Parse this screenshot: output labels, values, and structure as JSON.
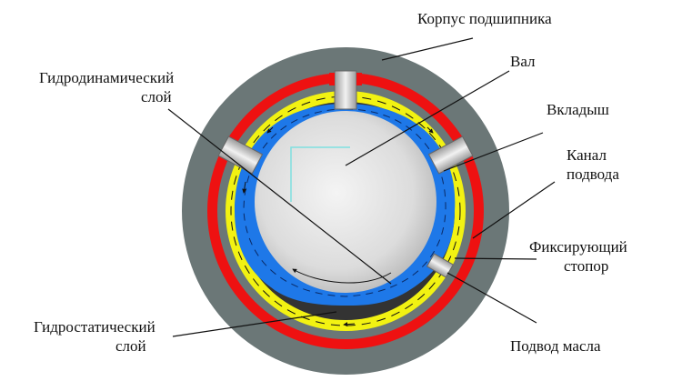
{
  "labels": {
    "housing": "Корпус подшипника",
    "shaft": "Вал",
    "liner": "Вкладыш",
    "supply_channel_line1": "Канал",
    "supply_channel_line2": "подвода",
    "fixing_stop_line1": "Фиксирующий",
    "fixing_stop_line2": "стопор",
    "oil_supply": "Подвод масла",
    "hydrodynamic_line1": "Гидродинамический",
    "hydrodynamic_line2": "слой",
    "hydrostatic_line1": "Гидростатический",
    "hydrostatic_line2": "слой"
  },
  "colors": {
    "housing": "#6b7777",
    "red_ring": "#ee1111",
    "yellow_ring": "#f2f212",
    "dark_ring": "#333333",
    "blue_layer": "#1e78e8",
    "shaft_light": "#f4f4f4",
    "shaft_dark": "#bdbdbd",
    "guide_line": "#7fe0e0",
    "leader": "#111111"
  },
  "icons": {
    "supply_port": "cylinder-port-icon",
    "flow_arrow": "arrow-icon"
  }
}
